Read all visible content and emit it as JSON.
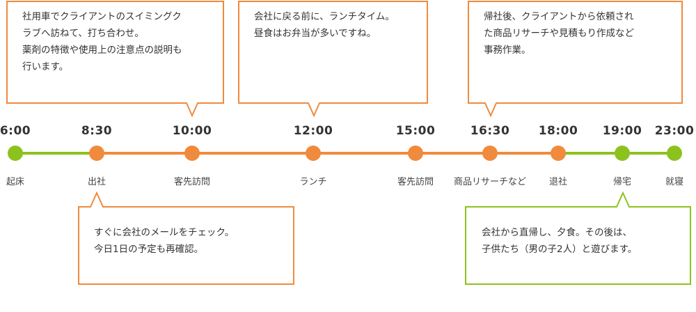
{
  "colors": {
    "accent_orange": "#f08a3c",
    "accent_green": "#8cc21e",
    "text": "#333333"
  },
  "timeline": [
    {
      "time": "6:00",
      "label": "起床",
      "dot": "green"
    },
    {
      "time": "8:30",
      "label": "出社",
      "dot": "orange"
    },
    {
      "time": "10:00",
      "label": "客先訪問",
      "dot": "orange"
    },
    {
      "time": "12:00",
      "label": "ランチ",
      "dot": "orange"
    },
    {
      "time": "15:00",
      "label": "客先訪問",
      "dot": "orange"
    },
    {
      "time": "16:30",
      "label": "商品リサーチなど",
      "dot": "orange"
    },
    {
      "time": "18:00",
      "label": "退社",
      "dot": "orange"
    },
    {
      "time": "19:00",
      "label": "帰宅",
      "dot": "green"
    },
    {
      "time": "23:00",
      "label": "就寝",
      "dot": "green"
    }
  ],
  "callouts": {
    "visit_am": {
      "line1": "社用車でクライアントのスイミングク",
      "line2": "ラブへ訪ねて、打ち合わせ。",
      "line3": "薬剤の特徴や使用上の注意点の説明も",
      "line4": "行います。"
    },
    "lunch": {
      "line1": "会社に戻る前に、ランチタイム。",
      "line2": "昼食はお弁当が多いですね。"
    },
    "research": {
      "line1": "帰社後、クライアントから依頼され",
      "line2": "た商品リサーチや見積もり作成など",
      "line3": "事務作業。"
    },
    "office": {
      "line1": "すぐに会社のメールをチェック。",
      "line2": "今日1日の予定も再確認。"
    },
    "home": {
      "line1": "会社から直帰し、夕食。その後は、",
      "line2": "子供たち（男の子2人）と遊びます。"
    }
  }
}
